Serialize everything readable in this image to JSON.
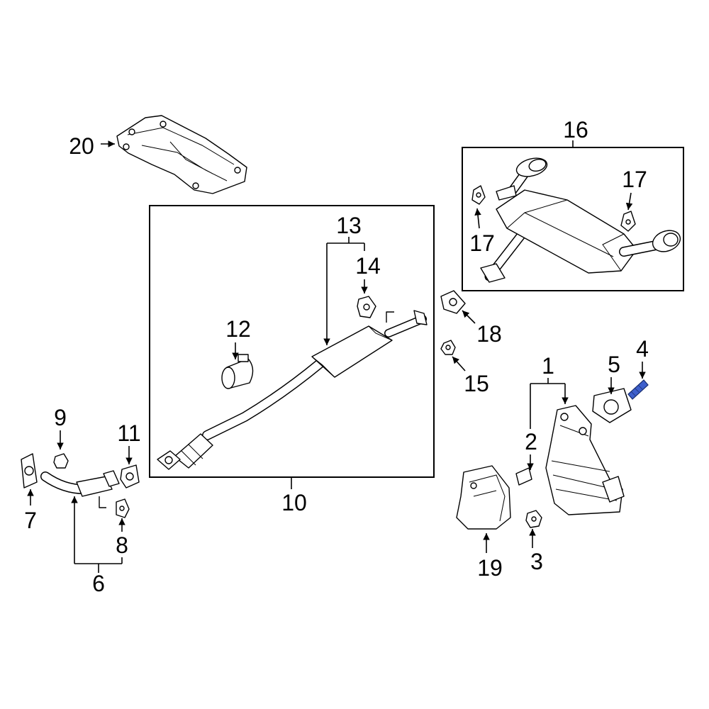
{
  "callouts": {
    "n1": "1",
    "n2": "2",
    "n3": "3",
    "n4": "4",
    "n5": "5",
    "n6": "6",
    "n7": "7",
    "n8": "8",
    "n9": "9",
    "n10": "10",
    "n11": "11",
    "n12": "12",
    "n13": "13",
    "n14": "14",
    "n15": "15",
    "n16": "16",
    "n17a": "17",
    "n17b": "17",
    "n18": "18",
    "n19": "19",
    "n20": "20"
  },
  "colors": {
    "highlight": "#3d5fcc",
    "line": "#000000"
  }
}
